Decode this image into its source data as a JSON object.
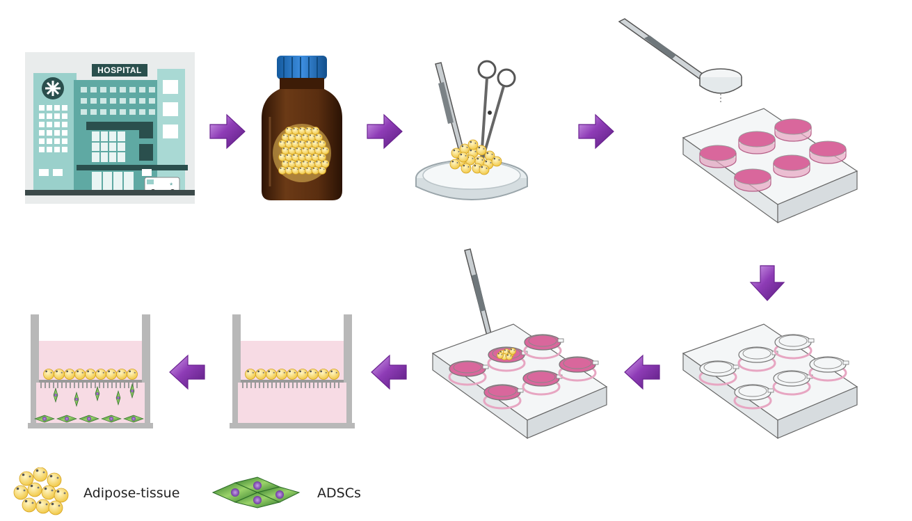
{
  "hospital": {
    "sign": "HOSPITAL"
  },
  "legend": [
    {
      "label": "Adipose-tissue",
      "icon": "adipose-cluster-icon"
    },
    {
      "label": "ADSCs",
      "icon": "adsc-cells-icon"
    }
  ],
  "colors": {
    "arrow": "#7b2b9e",
    "arrow_light": "#c58fe0",
    "medium_pink": "#d9679c",
    "well_pink": "#f3c9d9",
    "insert_pink": "#f7dbe4",
    "fat_yellow": "#f6d77a",
    "bottle_brown": "#5a2e12",
    "cap_blue": "#2b78c9",
    "hospital_teal": "#4d9b97"
  }
}
